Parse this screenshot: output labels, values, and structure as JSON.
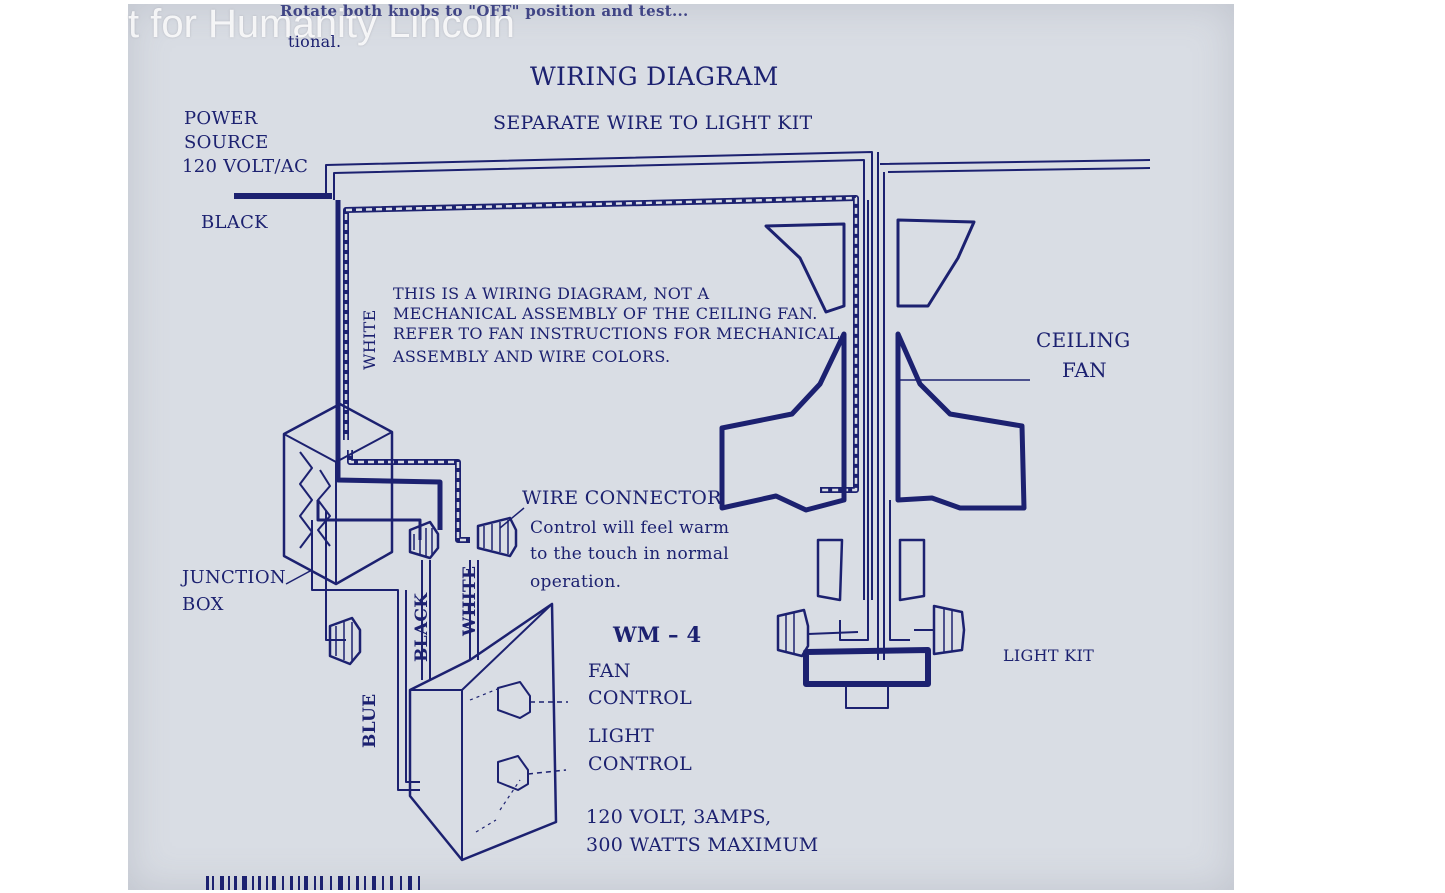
{
  "header": {
    "watermark": "t for Humanity Lincoln",
    "cut_line_1": "Rotate both knobs to \"OFF\" position and test...",
    "cut_line_2": "tional."
  },
  "diagram": {
    "title": "WIRING DIAGRAM",
    "subtitle": "SEPARATE WIRE TO LIGHT KIT",
    "power_source": [
      "POWER",
      "SOURCE",
      "120 VOLT/AC"
    ],
    "labels": {
      "black_top": "BLACK",
      "white_vertical": "WHITE",
      "junction_box": [
        "JUNCTION",
        "BOX"
      ],
      "black_vertical": "BLACK",
      "white_vertical_2": "WHITE",
      "blue_vertical": "BLUE",
      "wire_connector": "WIRE CONNECTOR",
      "warm_note": [
        "Control will feel warm",
        "to the touch in normal",
        "operation."
      ],
      "model": "WM – 4",
      "fan_control": [
        "FAN",
        "CONTROL"
      ],
      "light_control": [
        "LIGHT",
        "CONTROL"
      ],
      "rating": [
        "120 VOLT, 3AMPS,",
        "300 WATTS MAXIMUM"
      ],
      "ceiling_fan": [
        "CEILING",
        "FAN"
      ],
      "light_kit": "LIGHT KIT"
    },
    "note": [
      "THIS IS A WIRING DIAGRAM, NOT A",
      "MECHANICAL ASSEMBLY OF THE CEILING FAN.",
      "REFER TO FAN INSTRUCTIONS FOR MECHANICAL",
      "ASSEMBLY AND WIRE COLORS."
    ]
  },
  "colors": {
    "ink": "#1c2170",
    "card": "#d9dde4"
  }
}
